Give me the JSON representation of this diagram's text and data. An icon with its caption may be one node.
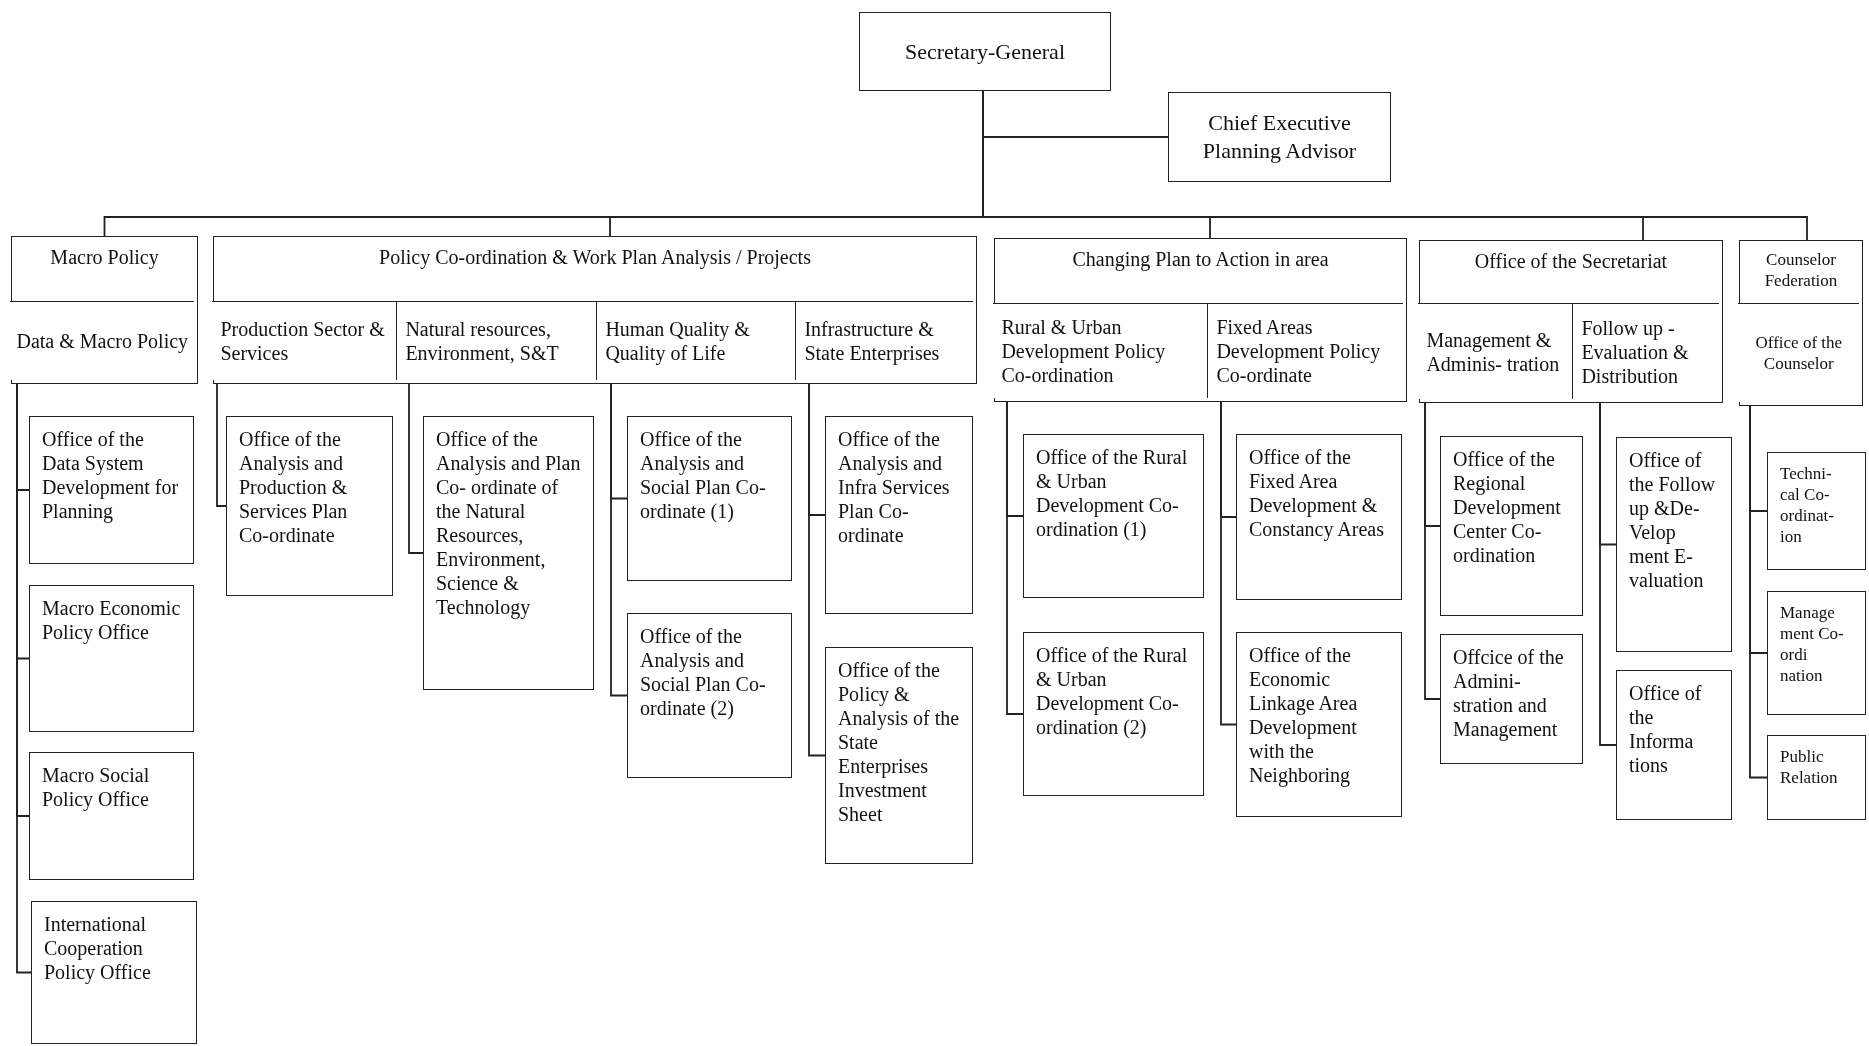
{
  "diagram": {
    "nodes": [
      {
        "text": [
          "Secretary-General"
        ]
      },
      {
        "text": [
          "Chief Executive Planning Advisor"
        ]
      },
      {
        "text": [
          "Macro Policy"
        ]
      },
      {
        "text": [
          "Data & Macro Policy"
        ],
        "in": 2
      },
      {
        "text": [
          "Office of the Data System Development for Planning"
        ]
      },
      {
        "text": [
          "Macro Economic Policy Office"
        ]
      },
      {
        "text": [
          "Macro Social Policy Office"
        ]
      },
      {
        "text": [
          "International Cooperation Policy Office"
        ]
      },
      {
        "text": [
          "Policy Co-ordination & Work Plan Analysis / Projects"
        ]
      },
      {
        "text": [
          "Production Sector & Services"
        ],
        "in": 8
      },
      {
        "text": [
          "Natural resources, Environment, S&T"
        ],
        "in": 8
      },
      {
        "text": [
          "Human Quality & Quality of Life"
        ],
        "in": 8
      },
      {
        "text": [
          "Infrastructure & State Enterprises"
        ],
        "in": 8
      },
      {
        "text": [
          "Office of the Analysis and Production & Services Plan Co-ordinate"
        ]
      },
      {
        "text": [
          "Office of the Analysis and Plan Co- ordinate of the Natural Resources, Environment, Science & Technology"
        ]
      },
      {
        "text": [
          "Office of the Analysis and Social Plan Co-ordinate (1)"
        ]
      },
      {
        "text": [
          "Office of the Analysis and Social Plan Co-ordinate (2)"
        ]
      },
      {
        "text": [
          "Office of the Analysis and Infra Services Plan Co- ordinate"
        ]
      },
      {
        "text": [
          "Office of the Policy & Analysis of the State Enterprises Investment Sheet"
        ]
      },
      {
        "text": [
          "Changing Plan to Action in area"
        ]
      },
      {
        "text": [
          "Rural & Urban Development Policy Co-ordination"
        ],
        "in": 19
      },
      {
        "text": [
          "Fixed Areas Development Policy Co-ordinate"
        ],
        "in": 19
      },
      {
        "text": [
          "Office of the Rural & Urban Development Co-ordination (1)"
        ]
      },
      {
        "text": [
          "Office of the Rural & Urban Development Co-ordination (2)"
        ]
      },
      {
        "text": [
          "Office of the Fixed Area Development & Constancy Areas"
        ]
      },
      {
        "text": [
          "Office of the Economic Linkage Area Development with the Neighboring"
        ]
      },
      {
        "text": [
          "Office of the Secretariat"
        ]
      },
      {
        "text": [
          "Management & Adminis- tration"
        ],
        "in": 26
      },
      {
        "text": [
          "Follow up - Evaluation & Distribution"
        ],
        "in": 26
      },
      {
        "text": [
          "Office of the Regional Development Center Co- ordination"
        ]
      },
      {
        "text": [
          "Offcice of the Admini- stration and Management"
        ]
      },
      {
        "text": [
          "Office of the Follow up &De- Velop ment E- valuation"
        ]
      },
      {
        "text": [
          "Office of the Informa tions"
        ]
      },
      {
        "text": [
          "Counselor Federation"
        ]
      },
      {
        "text": [
          "Office of the Counselor"
        ],
        "in": 33
      },
      {
        "text": [
          "Techni- cal Co- ordinat- ion"
        ]
      },
      {
        "text": [
          "Manage ment Co-ordi nation"
        ]
      },
      {
        "text": [
          "Public Relation"
        ]
      }
    ],
    "edges": [
      {
        "from": 0,
        "to": 1,
        "arrow": "none"
      },
      {
        "from": 0,
        "to": 2,
        "arrow": "none"
      },
      {
        "from": 0,
        "to": 8,
        "arrow": "none"
      },
      {
        "from": 0,
        "to": 19,
        "arrow": "none"
      },
      {
        "from": 0,
        "to": 26,
        "arrow": "none"
      },
      {
        "from": 0,
        "to": 33,
        "arrow": "none"
      },
      {
        "from": 3,
        "to": 4,
        "arrow": "none"
      },
      {
        "from": 3,
        "to": 5,
        "arrow": "none"
      },
      {
        "from": 3,
        "to": 6,
        "arrow": "none"
      },
      {
        "from": 3,
        "to": 7,
        "arrow": "none"
      },
      {
        "from": 9,
        "to": 13,
        "arrow": "none"
      },
      {
        "from": 10,
        "to": 14,
        "arrow": "none"
      },
      {
        "from": 11,
        "to": 15,
        "arrow": "none"
      },
      {
        "from": 11,
        "to": 16,
        "arrow": "none"
      },
      {
        "from": 12,
        "to": 17,
        "arrow": "none"
      },
      {
        "from": 12,
        "to": 18,
        "arrow": "none"
      },
      {
        "from": 20,
        "to": 22,
        "arrow": "none"
      },
      {
        "from": 20,
        "to": 23,
        "arrow": "none"
      },
      {
        "from": 21,
        "to": 24,
        "arrow": "none"
      },
      {
        "from": 21,
        "to": 25,
        "arrow": "none"
      },
      {
        "from": 27,
        "to": 29,
        "arrow": "none"
      },
      {
        "from": 27,
        "to": 30,
        "arrow": "none"
      },
      {
        "from": 28,
        "to": 31,
        "arrow": "none"
      },
      {
        "from": 28,
        "to": 32,
        "arrow": "none"
      },
      {
        "from": 34,
        "to": 35,
        "arrow": "none"
      },
      {
        "from": 34,
        "to": 36,
        "arrow": "none"
      },
      {
        "from": 34,
        "to": 37,
        "arrow": "none"
      }
    ]
  }
}
